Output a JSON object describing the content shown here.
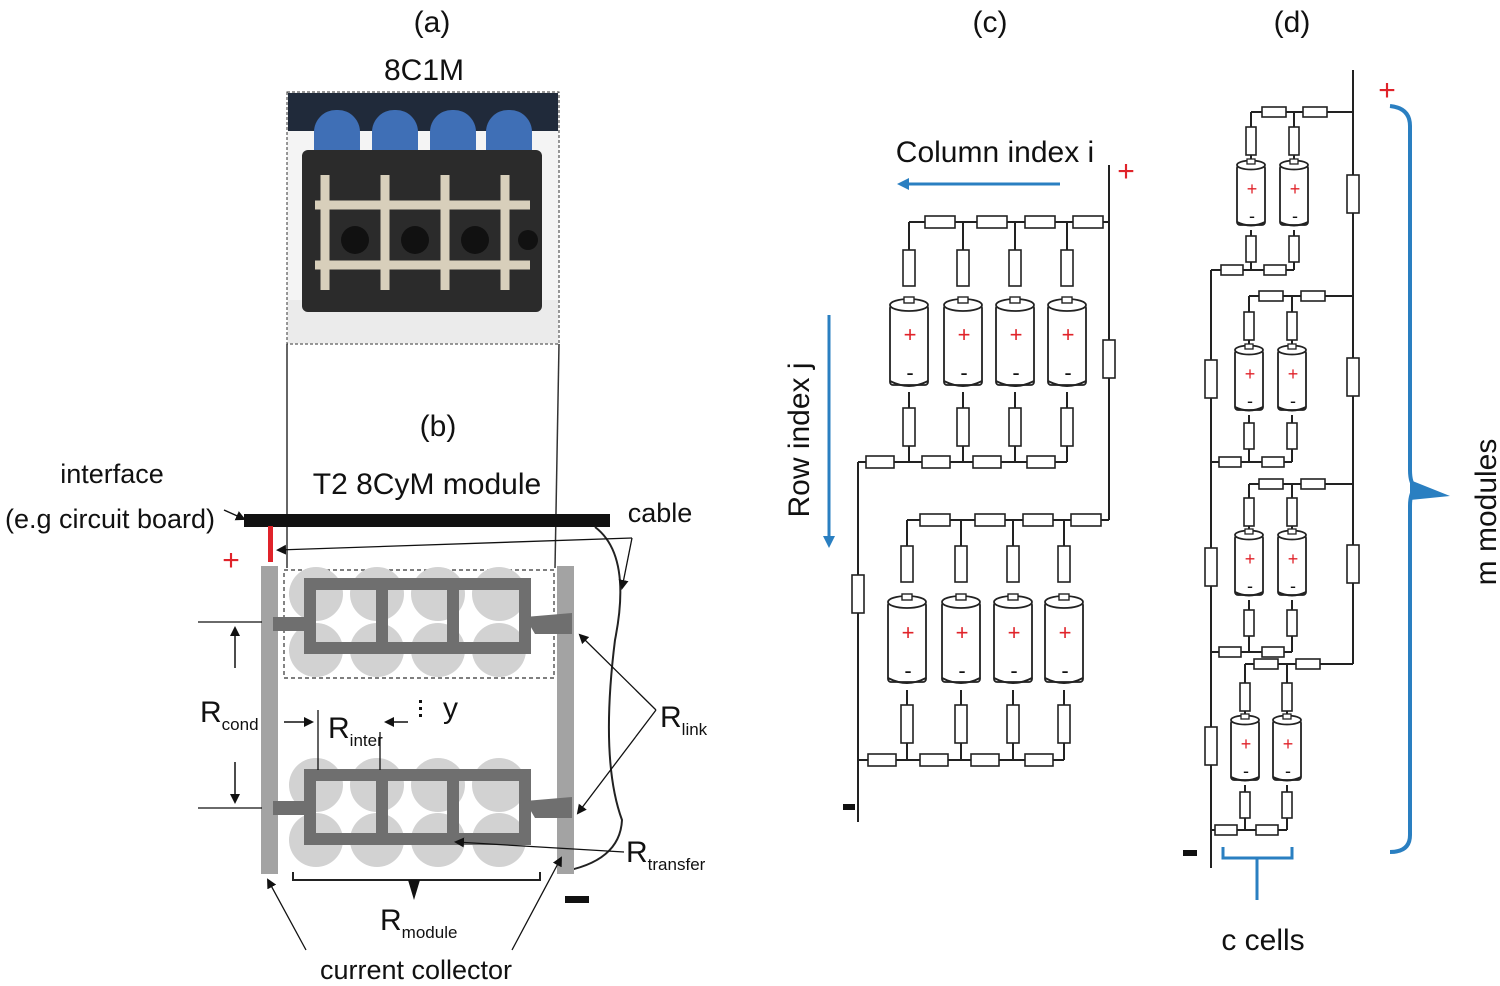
{
  "panels": {
    "a": {
      "tag": "(a)",
      "title": "8C1M"
    },
    "b": {
      "tag": "(b)",
      "title": "T2 8CyM module"
    },
    "c": {
      "tag": "(c)"
    },
    "d": {
      "tag": "(d)"
    }
  },
  "module_labels": {
    "interface_line1": "interface",
    "interface_line2": "(e.g circuit board)",
    "cable": "cable",
    "plus": "+",
    "minus": "-",
    "y_label": "y",
    "r_cond": {
      "main": "R",
      "sub": "cond"
    },
    "r_inter": {
      "main": "R",
      "sub": "inter"
    },
    "r_link": {
      "main": "R",
      "sub": "link"
    },
    "r_transfer": {
      "main": "R",
      "sub": "transfer"
    },
    "r_module": {
      "main": "R",
      "sub": "module"
    },
    "current_collector": "current collector"
  },
  "circuit_c": {
    "column_index": "Column index i",
    "row_index": "Row index j",
    "plus": "+",
    "minus": "-",
    "cell_plus": "+",
    "cell_minus": "-"
  },
  "circuit_d": {
    "plus": "+",
    "minus": "-",
    "m_modules": "m modules",
    "c_cells": "c cells",
    "cell_plus": "+",
    "cell_minus": "-"
  },
  "colors": {
    "accent_blue": "#2a7fc1",
    "terminal_red": "#e0232a",
    "collector_gray": "#a3a3a3",
    "frame_gray": "#6f6f6f"
  }
}
